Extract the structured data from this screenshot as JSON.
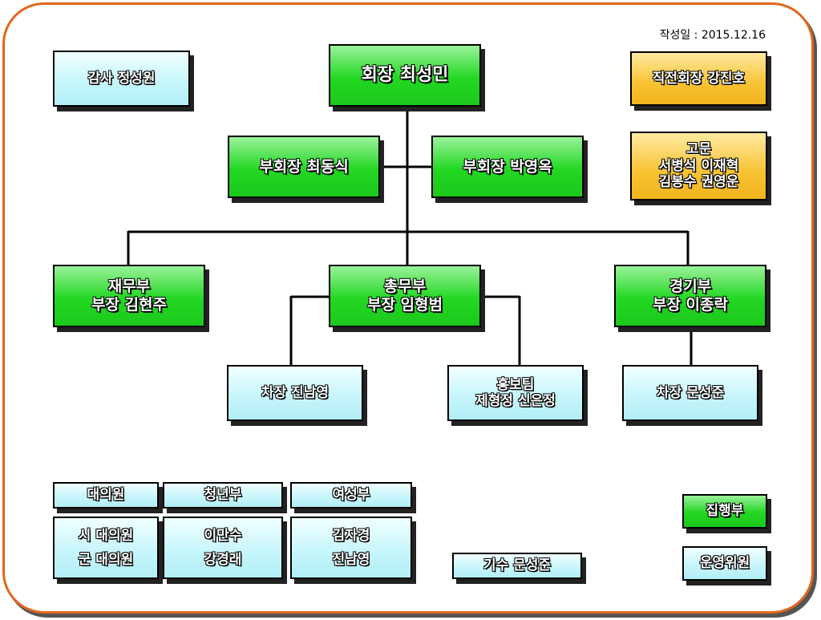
{
  "date": "작성일 : 2015.12.16",
  "president": "회장 최성민",
  "auditor": "감사 정성원",
  "former_president": "직전회장 강진호",
  "advisors": {
    "title": "고문",
    "line1": "서병석  이재혁",
    "line2": "김봉수  권영운"
  },
  "vice1": "부회장 최동식",
  "vice2": "부회장 박영옥",
  "finance": {
    "dept": "재무부",
    "head": "부장 김현주"
  },
  "general": {
    "dept": "총무부",
    "head": "부장 임형범"
  },
  "sports": {
    "dept": "경기부",
    "head": "부장 이종락"
  },
  "general_deputy": "차장 진남영",
  "pr_team": {
    "title": "홍보팀",
    "members": "제형정  신은정"
  },
  "sports_deputy": "차장 문성준",
  "council": {
    "title": "대의원",
    "line1": "시 대의원",
    "line2": "군 대의원"
  },
  "youth": {
    "title": "청년부",
    "line1": "이만수",
    "line2": "강경래"
  },
  "women": {
    "title": "여성부",
    "line1": "김자경",
    "line2": "진남영"
  },
  "flag_bearer": "기수 문성준",
  "legend_exec": "집행부",
  "legend_committee": "운영위원"
}
